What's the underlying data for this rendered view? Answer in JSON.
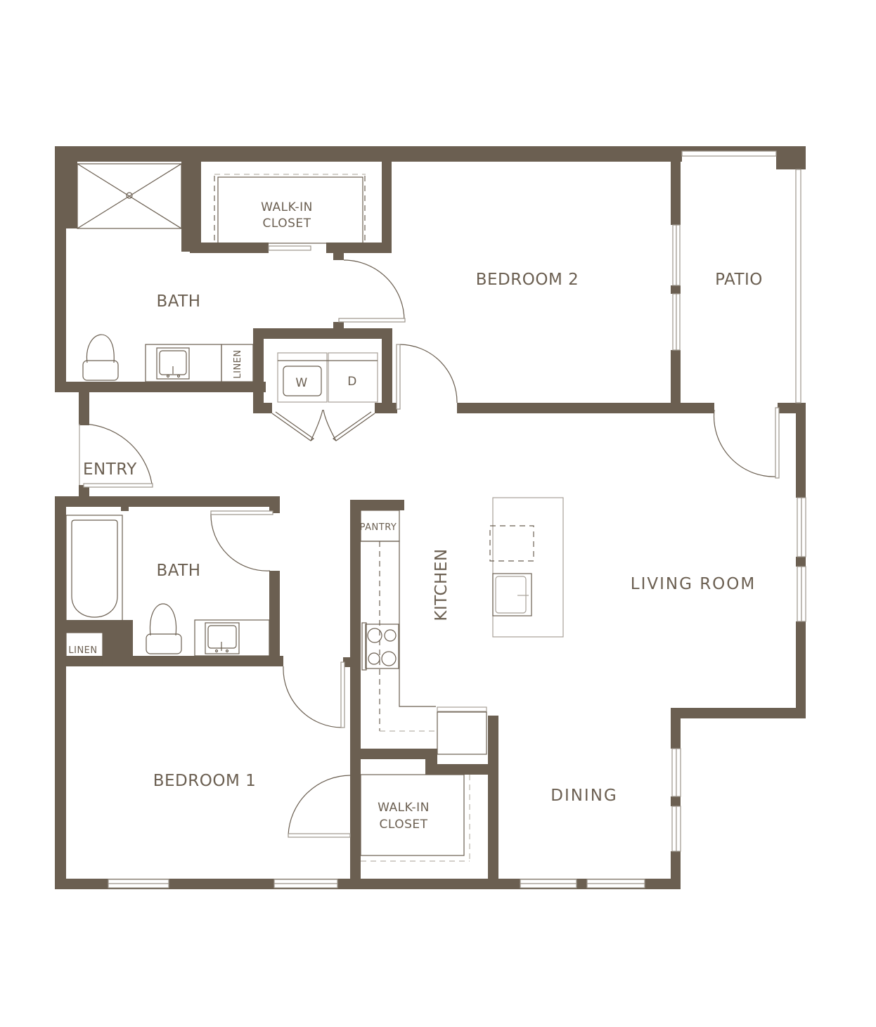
{
  "plan": {
    "wall_color": "#6b5f51",
    "background_color": "#ffffff",
    "rooms": {
      "bath_master": "BATH",
      "walk_in_closet_top_line1": "WALK-IN",
      "walk_in_closet_top_line2": "CLOSET",
      "bedroom_2": "BEDROOM 2",
      "patio": "PATIO",
      "linen_top": "LINEN",
      "washer": "W",
      "dryer": "D",
      "entry": "ENTRY",
      "pantry": "PANTRY",
      "kitchen": "KITCHEN",
      "bath_secondary": "BATH",
      "living_room": "LIVING  ROOM",
      "linen_bottom": "LINEN",
      "bedroom_1": "BEDROOM 1",
      "walk_in_closet_bottom_line1": "WALK-IN",
      "walk_in_closet_bottom_line2": "CLOSET",
      "dining": "DINING"
    }
  }
}
